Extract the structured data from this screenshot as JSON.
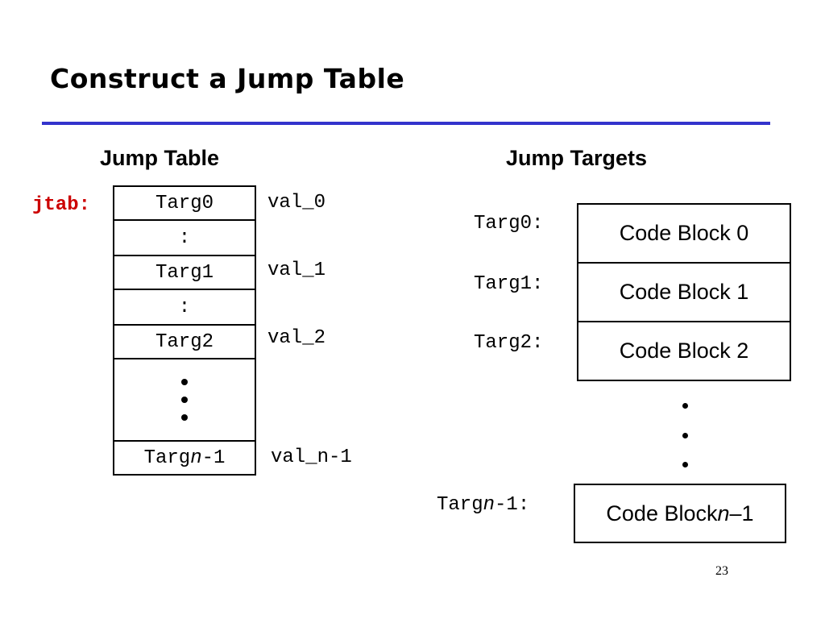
{
  "slide": {
    "title": "Construct a Jump Table",
    "page_number": "23"
  },
  "jump_table": {
    "heading": "Jump Table",
    "pointer_label": "jtab:",
    "rows": [
      {
        "entry": "Targ0",
        "value": "val_0"
      },
      {
        "entry": ":"
      },
      {
        "entry": "Targ1",
        "value": "val_1"
      },
      {
        "entry": ":"
      },
      {
        "entry": "Targ2",
        "value": "val_2"
      },
      {
        "entry": "• • •"
      },
      {
        "entry_prefix": "Targ",
        "entry_italic": "n",
        "entry_suffix": "-1",
        "value": "val_n-1"
      }
    ]
  },
  "jump_targets": {
    "heading": "Jump Targets",
    "targets": [
      {
        "label": "Targ0:",
        "block": "Code Block 0"
      },
      {
        "label": "Targ1:",
        "block": "Code Block 1"
      },
      {
        "label": "Targ2:",
        "block": "Code Block 2"
      },
      {
        "label_prefix": "Targ",
        "label_italic": "n",
        "label_suffix": "-1:",
        "block_prefix": "Code Block ",
        "block_italic": "n",
        "block_suffix": "–1"
      }
    ],
    "ellipsis": "• • •"
  },
  "colors": {
    "title_rule": "#3333cc",
    "pointer_label": "#cc0000",
    "text": "#000000"
  }
}
